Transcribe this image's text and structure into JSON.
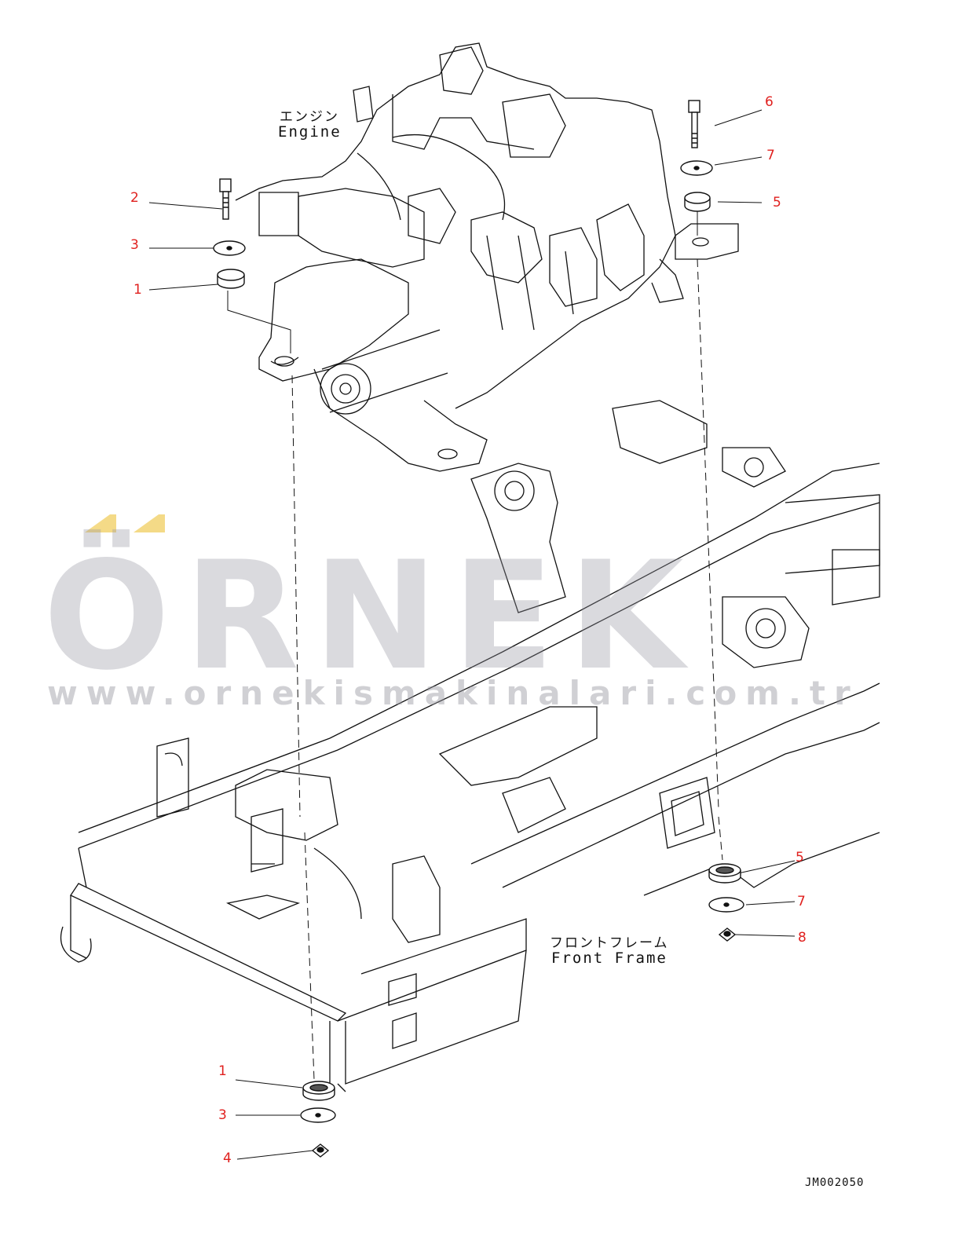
{
  "labels": {
    "engine_jp": "エンジン",
    "engine_en": "Engine",
    "frame_jp": "フロントフレーム",
    "frame_en": "Front Frame",
    "drawing_number": "JM002050"
  },
  "callouts": [
    "2",
    "3",
    "1",
    "6",
    "7",
    "5",
    "5",
    "7",
    "8",
    "1",
    "3",
    "4"
  ],
  "watermark": {
    "brand": "ÖRNEK",
    "url": "www.ornekismakinalari.com.tr"
  },
  "colors": {
    "callout": "#e0211f",
    "line": "#111111",
    "watermark": "#9696a0",
    "accent": "#f2d26a"
  }
}
